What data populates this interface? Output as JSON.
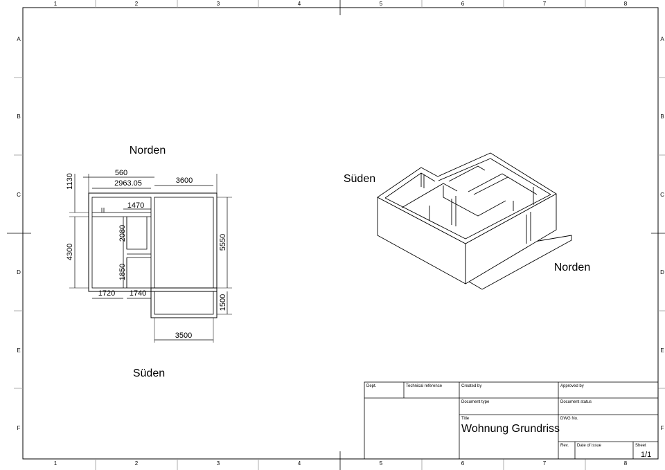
{
  "grid": {
    "columns": [
      "1",
      "2",
      "3",
      "4",
      "5",
      "6",
      "7",
      "8"
    ],
    "rows": [
      "A",
      "B",
      "C",
      "D",
      "E",
      "F"
    ]
  },
  "plan": {
    "north_label": "Norden",
    "south_label": "Süden",
    "dimensions": {
      "d560": "560",
      "d2963": "2963.05",
      "d3600": "3600",
      "d1130": "1130",
      "d1470": "1470",
      "d2080": "2080",
      "d4300": "4300",
      "d1850": "1850",
      "d5550": "5550",
      "d1720": "1720",
      "d1740": "1740",
      "d1500": "1500",
      "d3500": "3500"
    }
  },
  "iso": {
    "south_label": "Süden",
    "north_label": "Norden"
  },
  "title_block": {
    "dept_label": "Dept.",
    "techref_label": "Technical reference",
    "created_label": "Created by",
    "approved_label": "Approved by",
    "doctype_label": "Document type",
    "docstatus_label": "Document status",
    "title_label": "Title",
    "dwg_label": "DWG No.",
    "title_value": "Wohnung Grundriss",
    "rev_label": "Rev.",
    "date_label": "Date of issue",
    "sheet_label": "Sheet",
    "sheet_value": "1/1"
  }
}
